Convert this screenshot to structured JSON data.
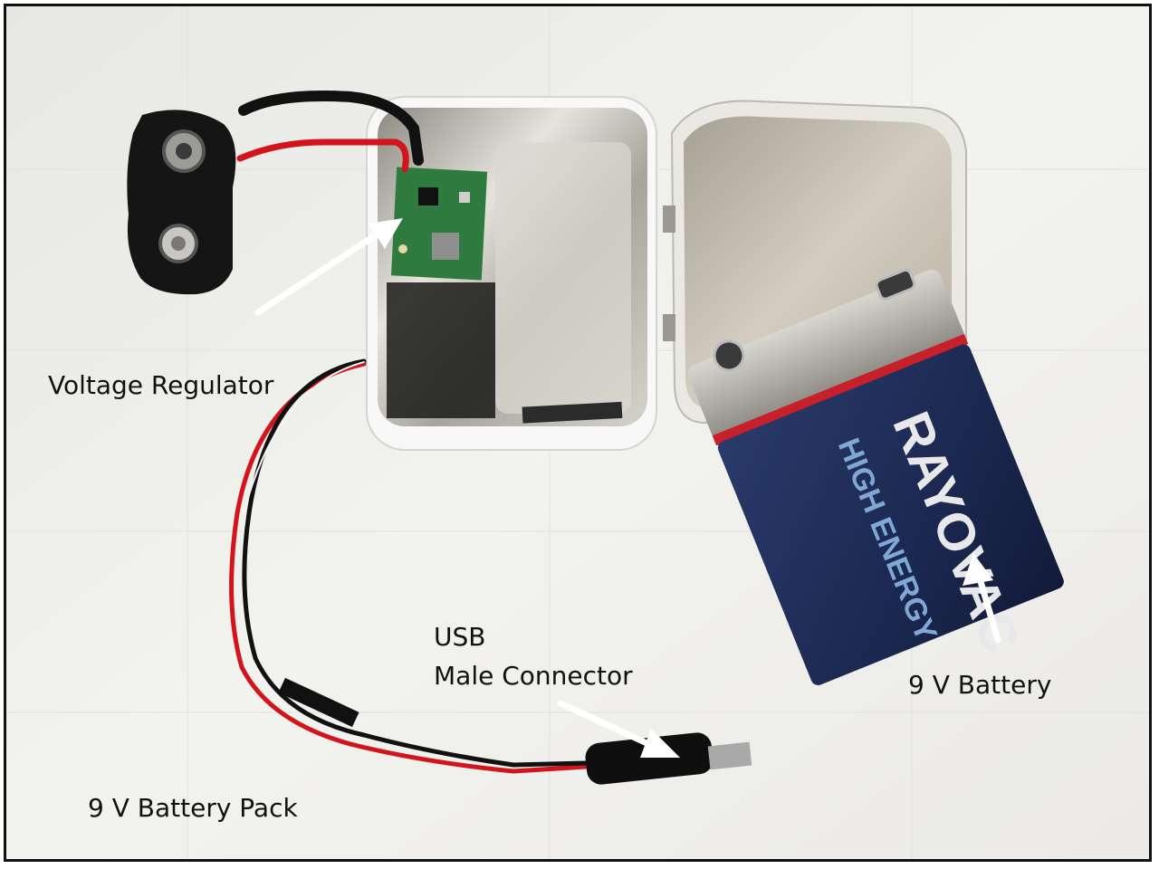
{
  "labels": {
    "voltage_regulator": "Voltage Regulator",
    "usb_line1": "USB",
    "usb_line2": "Male Connector",
    "battery": "9 V Battery",
    "battery_pack": "9 V Battery Pack"
  },
  "battery_print": {
    "brand": "RAYOVAC",
    "line": "HIGH ENERGY"
  },
  "colors": {
    "background": "#eeeeeb",
    "tin": "#c9c4b7",
    "tin_shell": "#f7f7f7",
    "battery_blue": "#1f2c52",
    "battery_red": "#c8202a",
    "wire_red": "#d2141c",
    "wire_black": "#111111",
    "pcb_green": "#2f7a3e",
    "arrow": "#ffffff"
  }
}
